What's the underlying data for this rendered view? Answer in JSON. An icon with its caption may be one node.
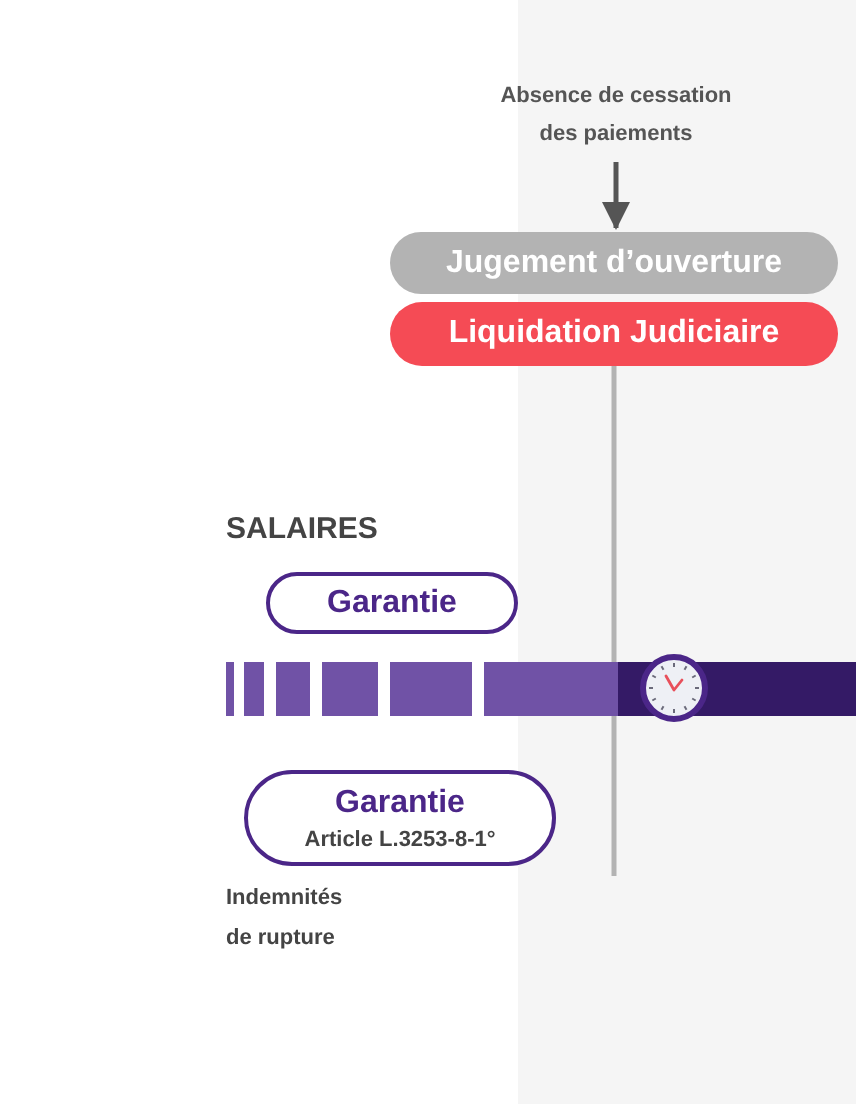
{
  "diagram": {
    "nodes": [
      {
        "text": [
          "Absence de cessation des paiements"
        ]
      },
      {
        "text": [
          "Jugement d’ouverture"
        ]
      },
      {
        "text": [
          "Liquidation Judiciaire"
        ]
      },
      {
        "text": [
          "Garantie"
        ]
      },
      {
        "text": [
          "Garantie",
          "Article L.3253-8-1°"
        ]
      }
    ],
    "edges": [
      {
        "from": 0,
        "to": 1,
        "arrow": "to"
      },
      {
        "from": 2,
        "to": null,
        "arrow": "none",
        "color": "#b3b3b3"
      }
    ],
    "labels": [
      "SALAIRES",
      "Indemnités de rupture"
    ]
  }
}
